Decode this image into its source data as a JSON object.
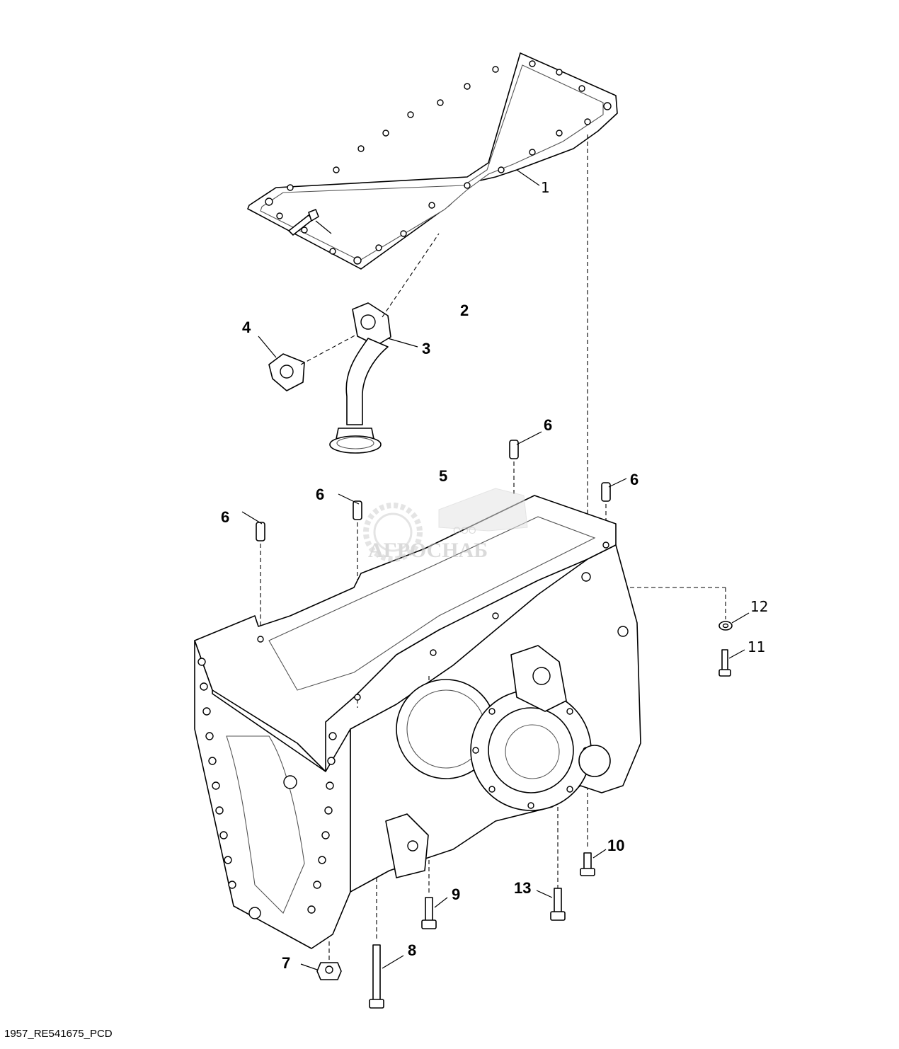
{
  "diagram": {
    "callouts": {
      "c1": "1",
      "c2": "2",
      "c3": "3",
      "c4": "4",
      "c5": "5",
      "c6a": "6",
      "c6b": "6",
      "c6c": "6",
      "c6d": "6",
      "c7": "7",
      "c8": "8",
      "c9": "9",
      "c10": "10",
      "c11": "11",
      "c12": "12",
      "c13": "13"
    },
    "watermark": {
      "brand": "АГРОСНАБ",
      "prefix": "ООО"
    },
    "footer_code": "1957_RE541675_PCD"
  }
}
